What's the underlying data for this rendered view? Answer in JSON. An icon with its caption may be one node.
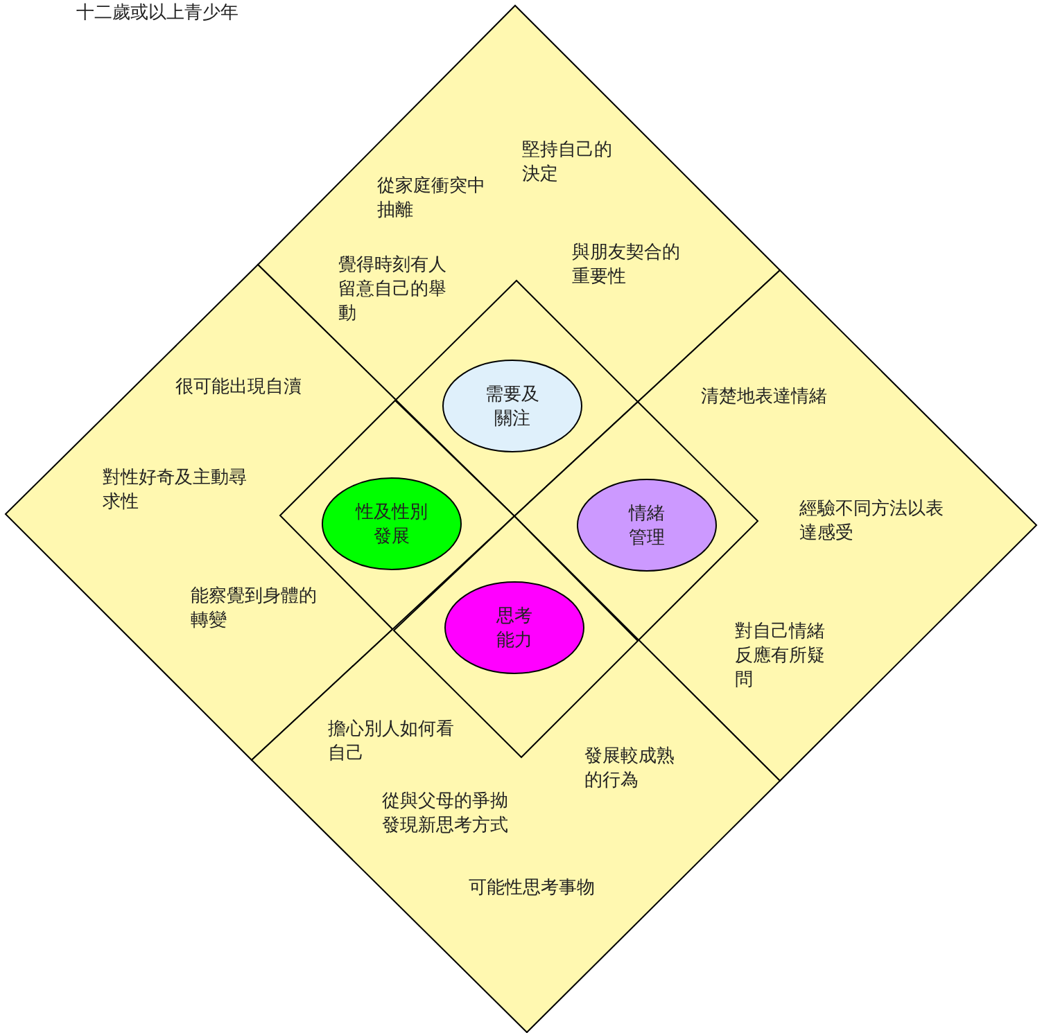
{
  "diagram": {
    "title": "十二歲或以上青少年",
    "nodes": [
      {
        "text": [
          "堅持自己的決定",
          "從家庭衝突中抽離",
          "覺得時刻有人留意自己的舉動",
          "與朋友契合的重要性"
        ]
      },
      {
        "text": [
          "很可能出現自瀆",
          "對性好奇及主動尋求性",
          "能察覺到身體的轉變"
        ]
      },
      {
        "text": [
          "清楚地表達情緒",
          "經驗不同方法以表達感受",
          "對自己情緒反應有所疑問"
        ]
      },
      {
        "text": [
          "擔心別人如何看自己",
          "發展較成熟的行為",
          "從與父母的爭拗發現新思考方式",
          "可能性思考事物"
        ]
      },
      {
        "text": [],
        "shape": "diamond",
        "in": 0
      },
      {
        "text": [
          "需要及關注"
        ],
        "in": 4
      },
      {
        "text": [],
        "shape": "diamond",
        "in": 1
      },
      {
        "text": [
          "性及性別發展"
        ],
        "in": 6
      },
      {
        "text": [],
        "shape": "diamond",
        "in": 2
      },
      {
        "text": [
          "情緒管理"
        ],
        "in": 8
      },
      {
        "text": [],
        "shape": "diamond",
        "in": 3
      },
      {
        "text": [
          "思考能力"
        ],
        "in": 10
      }
    ],
    "edges": []
  }
}
